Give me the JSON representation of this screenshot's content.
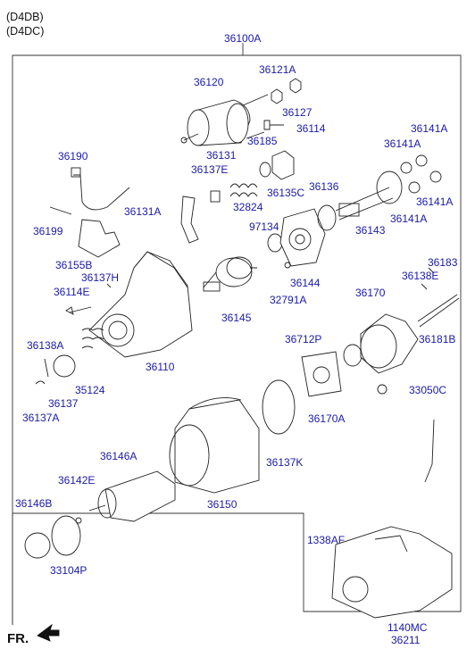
{
  "engine_codes": [
    "(D4DB)",
    "(D4DC)"
  ],
  "direction_label": "FR.",
  "parts": [
    {
      "id": "p-36100a",
      "code": "36100A"
    },
    {
      "id": "p-36120",
      "code": "36120"
    },
    {
      "id": "p-36121a",
      "code": "36121A"
    },
    {
      "id": "p-36127",
      "code": "36127"
    },
    {
      "id": "p-36114a",
      "code": "36114"
    },
    {
      "id": "p-36185",
      "code": "36185"
    },
    {
      "id": "p-36131a",
      "code": "36131"
    },
    {
      "id": "p-36137e",
      "code": "36137E"
    },
    {
      "id": "p-36135c",
      "code": "36135C"
    },
    {
      "id": "p-36136",
      "code": "36136"
    },
    {
      "id": "p-32824",
      "code": "32824"
    },
    {
      "id": "p-36131b",
      "code": "36131A"
    },
    {
      "id": "p-36190",
      "code": "36190"
    },
    {
      "id": "p-36199",
      "code": "36199"
    },
    {
      "id": "p-36155b",
      "code": "36155B"
    },
    {
      "id": "p-36137h",
      "code": "36137H"
    },
    {
      "id": "p-36114e",
      "code": "36114E"
    },
    {
      "id": "p-97134",
      "code": "97134"
    },
    {
      "id": "p-36141a-1",
      "code": "36141A"
    },
    {
      "id": "p-36141a-2",
      "code": "36141A"
    },
    {
      "id": "p-36141a-3",
      "code": "36141A"
    },
    {
      "id": "p-36141a-4",
      "code": "36141A"
    },
    {
      "id": "p-36143",
      "code": "36143"
    },
    {
      "id": "p-36144",
      "code": "36144"
    },
    {
      "id": "p-32791a",
      "code": "32791A"
    },
    {
      "id": "p-36145",
      "code": "36145"
    },
    {
      "id": "p-36110",
      "code": "36110"
    },
    {
      "id": "p-36183",
      "code": "36183"
    },
    {
      "id": "p-36138e",
      "code": "36138E"
    },
    {
      "id": "p-36170",
      "code": "36170"
    },
    {
      "id": "p-36181b",
      "code": "36181B"
    },
    {
      "id": "p-36712p",
      "code": "36712P"
    },
    {
      "id": "p-33050c",
      "code": "33050C"
    },
    {
      "id": "p-36170a",
      "code": "36170A"
    },
    {
      "id": "p-36138a",
      "code": "36138A"
    },
    {
      "id": "p-35124",
      "code": "35124"
    },
    {
      "id": "p-36137",
      "code": "36137"
    },
    {
      "id": "p-36137a",
      "code": "36137A"
    },
    {
      "id": "p-36137k",
      "code": "36137K"
    },
    {
      "id": "p-36146a",
      "code": "36146A"
    },
    {
      "id": "p-36142e",
      "code": "36142E"
    },
    {
      "id": "p-36150",
      "code": "36150"
    },
    {
      "id": "p-36146b",
      "code": "36146B"
    },
    {
      "id": "p-33104p",
      "code": "33104P"
    },
    {
      "id": "p-1338af",
      "code": "1338AF"
    },
    {
      "id": "p-1140mc",
      "code": "1140MC"
    },
    {
      "id": "p-36211",
      "code": "36211"
    }
  ]
}
